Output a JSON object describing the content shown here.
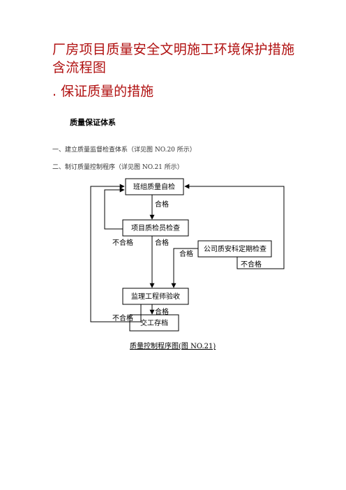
{
  "doc": {
    "title": "厂房项目质量安全文明施工环境保护措施  含流程图",
    "subtitle": ". 保证质量的措施",
    "section_heading": "质量保证体系",
    "items": [
      "一、建立质量监督检查体系（详见图 NO.20 所示）",
      "二、制订质量控制程序（详见图 NO.21 所示）"
    ]
  },
  "flow": {
    "boxes": {
      "team_check": "班组质量自检",
      "inspector_check": "项目质检员检查",
      "company_check": "公司质安科定期检查",
      "supervisor_accept": "监理工程师验收",
      "handover": "交工存档"
    },
    "labels": {
      "pass1": "合格",
      "pass2": "合格",
      "pass3": "合格",
      "pass4": "合格",
      "fail1": "不合格",
      "fail2": "不合格",
      "fail3": "不合格"
    },
    "caption": "质量控制程序图(图 NO.21)"
  }
}
